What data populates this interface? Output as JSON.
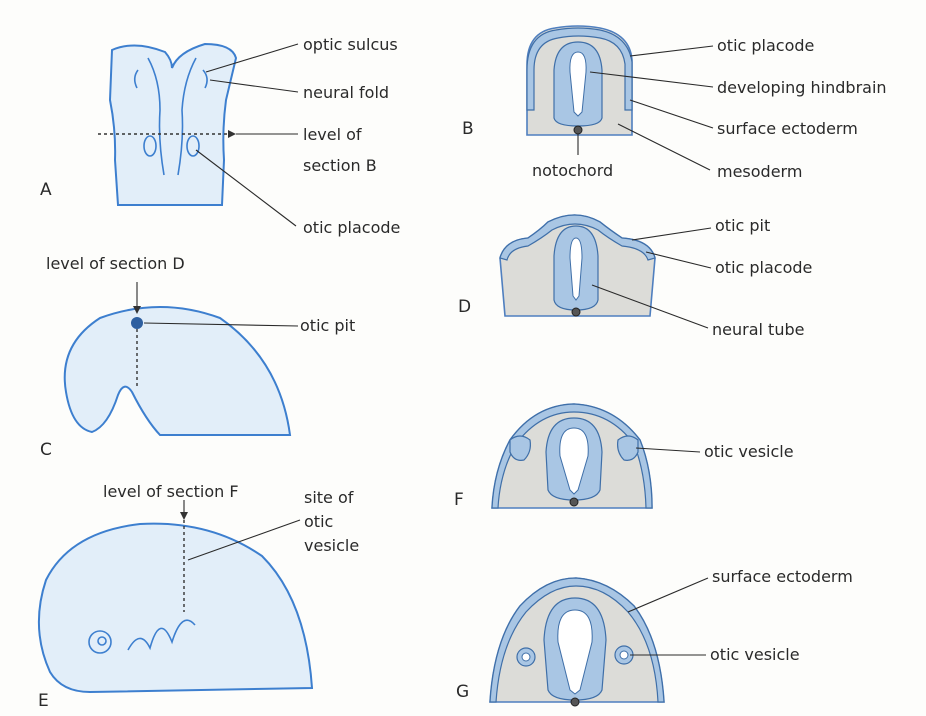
{
  "panels": {
    "A": {
      "letter": "A",
      "labels": {
        "optic_sulcus": "optic sulcus",
        "neural_fold": "neural fold",
        "level_section_b_1": "level of",
        "level_section_b_2": "section B",
        "otic_placode": "otic placode"
      }
    },
    "B": {
      "letter": "B",
      "labels": {
        "otic_placode": "otic placode",
        "developing_hindbrain": "developing hindbrain",
        "surface_ectoderm": "surface ectoderm",
        "mesoderm": "mesoderm",
        "notochord": "notochord"
      }
    },
    "C": {
      "letter": "C",
      "labels": {
        "level_section_d": "level of section D",
        "otic_pit": "otic pit"
      }
    },
    "D": {
      "letter": "D",
      "labels": {
        "otic_pit": "otic pit",
        "otic_placode": "otic placode",
        "neural_tube": "neural tube"
      }
    },
    "E": {
      "letter": "E",
      "labels": {
        "level_section_f": "level of section F",
        "site_1": "site of",
        "site_2": "otic",
        "site_3": "vesicle"
      }
    },
    "F": {
      "letter": "F",
      "labels": {
        "otic_vesicle": "otic vesicle"
      }
    },
    "G": {
      "letter": "G",
      "labels": {
        "surface_ectoderm": "surface ectoderm",
        "otic_vesicle": "otic vesicle"
      }
    }
  },
  "colors": {
    "embryo_blue": "#3d7fcf",
    "mesoderm_gray": "#dcdcd8",
    "ectoderm_blue": "#a9c6e4"
  }
}
